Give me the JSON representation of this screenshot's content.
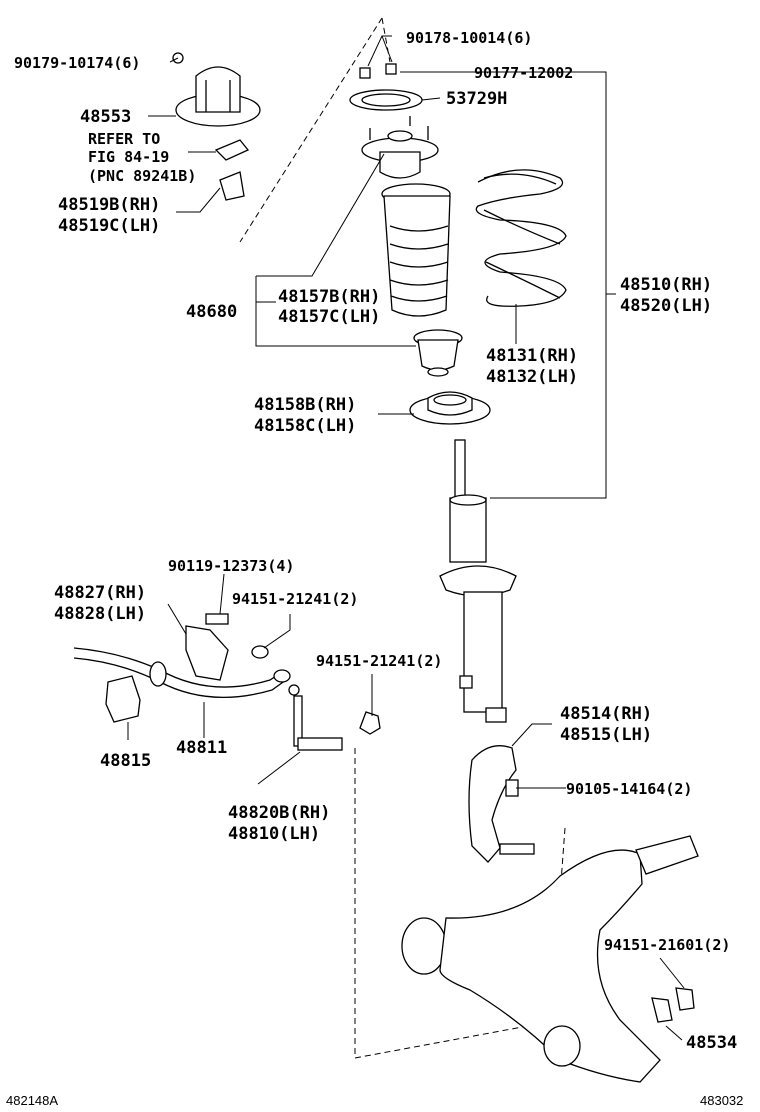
{
  "diagram": {
    "labels": {
      "p90179": "90179-10174(6)",
      "p48553": "48553",
      "refer1": "REFER TO",
      "refer2": "FIG 84-19",
      "refer3": "(PNC 89241B)",
      "p48519b": "48519B(RH)",
      "p48519c": "48519C(LH)",
      "p90178": "90178-10014(6)",
      "p90177": "90177-12002",
      "p53729": "53729H",
      "p48680": "48680",
      "p48157b": "48157B(RH)",
      "p48157c": "48157C(LH)",
      "p48510": "48510(RH)",
      "p48520": "48520(LH)",
      "p48131": "48131(RH)",
      "p48132": "48132(LH)",
      "p48158b": "48158B(RH)",
      "p48158c": "48158C(LH)",
      "p90119": "90119-12373(4)",
      "p48827": "48827(RH)",
      "p48828": "48828(LH)",
      "p94151a": "94151-21241(2)",
      "p94151b": "94151-21241(2)",
      "p48815": "48815",
      "p48811": "48811",
      "p48514": "48514(RH)",
      "p48515": "48515(LH)",
      "p90105": "90105-14164(2)",
      "p48820": "48820B(RH)",
      "p48810": "48810(LH)",
      "p94151c": "94151-21601(2)",
      "p48534": "48534"
    },
    "footer_left": "482148A",
    "footer_right": "483032"
  }
}
